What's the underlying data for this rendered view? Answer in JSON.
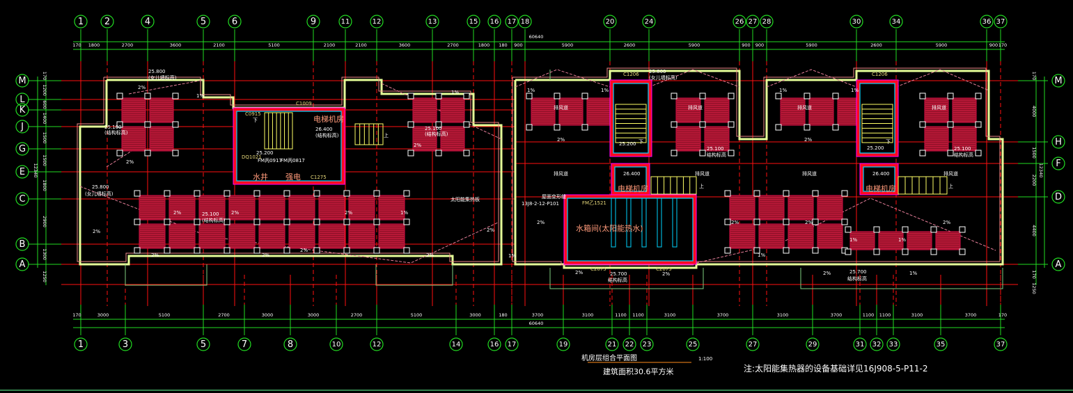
{
  "drawing": {
    "title": "机房层组合平面图",
    "scale": "1:100",
    "area_note": "建筑面积30.6平方米",
    "footnote": "注:太阳能集热器的设备基础详见16J908-5-P11-2",
    "total_dimension_top": "60640",
    "total_dimension_bottom": "60640",
    "left_total_dimension": "12340",
    "right_total_dimension": "12340",
    "colors": {
      "background": "#000000",
      "axis": "#22dd22",
      "grid": "#ff1010",
      "panel": "#8c0f26",
      "core": "#ff0a1e",
      "stair": "#ffff66",
      "wall": "#e6ff99"
    }
  },
  "top_axes": [
    "1",
    "2",
    "4",
    "5",
    "6",
    "9",
    "11",
    "12",
    "13",
    "15",
    "16",
    "17",
    "18",
    "20",
    "24",
    "26",
    "27",
    "28",
    "30",
    "34",
    "36",
    "37"
  ],
  "top_dims": [
    "170",
    "1800",
    "2700",
    "3600",
    "2100",
    "5100",
    "2100",
    "2100",
    "3600",
    "2700",
    "1800",
    "180",
    "900",
    "5900",
    "2600",
    "5900",
    "900",
    "900",
    "5900",
    "2600",
    "5900",
    "900",
    "170"
  ],
  "bottom_axes": [
    "1",
    "3",
    "5",
    "7",
    "8",
    "10",
    "12",
    "14",
    "16",
    "17",
    "19",
    "21",
    "22",
    "23",
    "25",
    "27",
    "29",
    "31",
    "32",
    "33",
    "35",
    "37"
  ],
  "bottom_dims": [
    "170",
    "3000",
    "5100",
    "2700",
    "3000",
    "3000",
    "2700",
    "5100",
    "3000",
    "180",
    "3700",
    "3100",
    "1100",
    "1100",
    "3100",
    "3700",
    "3100",
    "3700",
    "1100",
    "1100",
    "3100",
    "3700",
    "170"
  ],
  "left_axes": [
    "M",
    "L",
    "K",
    "J",
    "G",
    "E",
    "C",
    "B",
    "A"
  ],
  "left_dims": [
    "170",
    "1200",
    "600",
    "1400",
    "1500",
    "1500",
    "1800",
    "2900",
    "1300",
    "1250"
  ],
  "right_axes": [
    "M",
    "H",
    "F",
    "D",
    "A"
  ],
  "right_dims": [
    "170",
    "4000",
    "1500",
    "2200",
    "4400",
    "170",
    "1250"
  ],
  "labels": {
    "elevator_room": "电梯机房",
    "water_well": "水井",
    "electric_well": "强电",
    "water_tank_room": "水箱间(太阳能热水)",
    "exhaust_shaft": "排风道",
    "roof_tank": "屋面变形缝",
    "solar_panel": "太阳能集热板",
    "slope_2": "2%",
    "slope_1": "1%",
    "up": "上",
    "down": "下",
    "elev_25800": "25.800",
    "elev_note_parapet": "(女儿墙标高)",
    "elev_25100": "25.100",
    "elev_note_struct": "(结构标高)",
    "elev_25200": "25.200",
    "elev_26400": "26.400",
    "elev_note_struct2": "(结构标高)",
    "elev_25700": "25.700",
    "elev_note_struct3": "结构标高",
    "door_c0915": "C0915",
    "door_c1009": "C1009",
    "door_c1275": "C1275",
    "door_c1206": "C1206",
    "door_c2075": "C2075",
    "fm_1": "FM丙0917",
    "fm_2": "FM丙0817",
    "fm_3": "FM乙1521",
    "detail_ref": "13J8-2-12-P101",
    "dq": "DQ1021"
  }
}
